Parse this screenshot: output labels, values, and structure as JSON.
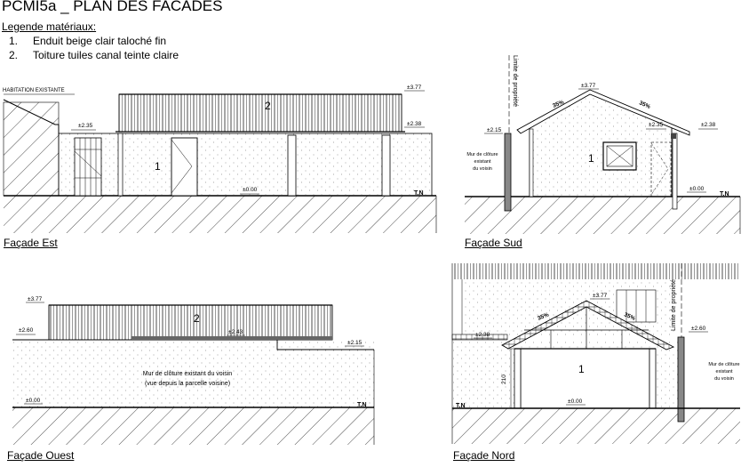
{
  "title": "PCMI5a _ PLAN DES FACADES",
  "legend": {
    "heading": "Legende  matériaux:",
    "items": [
      {
        "num": "1.",
        "text": "Enduit beige clair taloché fin"
      },
      {
        "num": "2.",
        "text": "Toiture tuiles canal teinte claire"
      }
    ]
  },
  "facades": {
    "est": {
      "caption": "Façade Est",
      "existing_house": "HABITATION EXISTANTE",
      "levels": [
        "±3.77",
        "±2.35",
        "±2.38",
        "±0.00"
      ],
      "mat_wall": "1",
      "mat_roof": "2",
      "ground": "T.N"
    },
    "sud": {
      "caption": "Façade Sud",
      "limit": "Limite de propriété",
      "wall_note": [
        "Mur de clôture",
        "existant",
        "du voisin"
      ],
      "levels": [
        "±3.77",
        "±2.15",
        "±2.35",
        "±2.38",
        "±0.00"
      ],
      "slopes": [
        "35%",
        "35%"
      ],
      "mat_wall": "1",
      "ground": "T.N"
    },
    "ouest": {
      "caption": "Façade Ouest",
      "levels": [
        "±3.77",
        "±2.60",
        "±2.43",
        "±2.15",
        "±0.00"
      ],
      "mat_roof": "2",
      "note": [
        "Mur de clôture existant du voisin",
        "(vue depuis la parcelle voisine)"
      ],
      "ground": "T.N"
    },
    "nord": {
      "caption": "Façade Nord",
      "limit": "Limite de propriété",
      "wall_note": [
        "Mur de clôture",
        "existant",
        "du voisin"
      ],
      "levels": [
        "±3.77",
        "±2.38",
        "±2.60",
        "±0.00"
      ],
      "slopes": [
        "35%",
        "35%"
      ],
      "height": "210",
      "mat_wall": "1",
      "ground": "T.N"
    }
  }
}
